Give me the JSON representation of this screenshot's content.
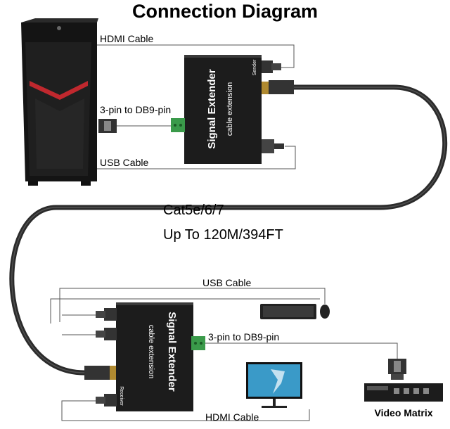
{
  "title": "Connection Diagram",
  "cable_labels": {
    "hdmi_top": "HDMI Cable",
    "serial_top": "3-pin to DB9-pin",
    "usb_top": "USB Cable",
    "cat": "Cat5e/6/7",
    "distance": "Up To 120M/394FT",
    "usb_bottom": "USB Cable",
    "serial_bottom": "3-pin to DB9-pin",
    "hdmi_bottom": "HDMI Cable"
  },
  "sender": {
    "title": "Signal Extender",
    "subtitle": "cable extension",
    "tag": "Sender"
  },
  "receiver": {
    "title": "Signal Extender",
    "subtitle": "cable extension",
    "tag": "Receiver"
  },
  "video_matrix_label": "Video Matrix",
  "colors": {
    "device_body": "#1c1c1c",
    "tower_accent": "#c0282e",
    "cable": "#2b2b2b",
    "line": "#555555",
    "terminal_green": "#3a9a4a"
  }
}
